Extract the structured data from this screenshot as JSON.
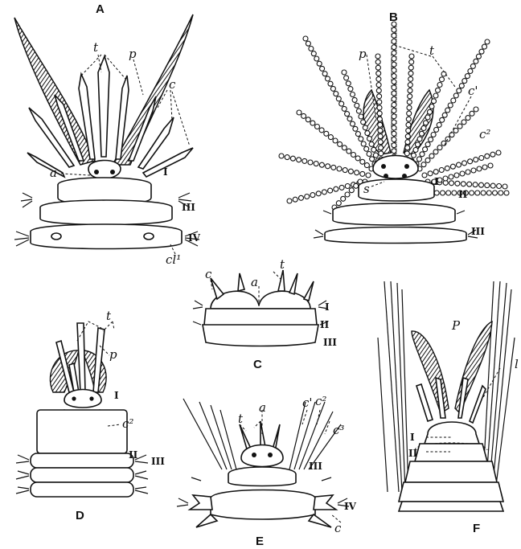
{
  "panels": {
    "A": {
      "letter": "A",
      "t": "t",
      "p": "p",
      "c": "c",
      "a": "a",
      "I": "I",
      "III": "III",
      "IV": "IV",
      "cl": "cl¹"
    },
    "B": {
      "letter": "B",
      "p": "p",
      "t": "t",
      "c1": "c'",
      "c2": "c²",
      "s": "s",
      "I": "I",
      "II": "II",
      "III": "III"
    },
    "C": {
      "letter": "C",
      "c": "c",
      "a": "a",
      "t": "t",
      "I": "I",
      "II": "II",
      "III": "III"
    },
    "D": {
      "letter": "D",
      "t": "t",
      "p": "p",
      "I": "I",
      "c2": "c²",
      "II": "II",
      "III": "III"
    },
    "E": {
      "letter": "E",
      "t": "t",
      "a": "a",
      "c1": "c'",
      "c2": "c²",
      "c3": "c³",
      "III": "III",
      "IV": "IV",
      "c": "c"
    },
    "F": {
      "letter": "F",
      "p": "P",
      "I": "I",
      "II": "II",
      "edge": "l"
    }
  }
}
